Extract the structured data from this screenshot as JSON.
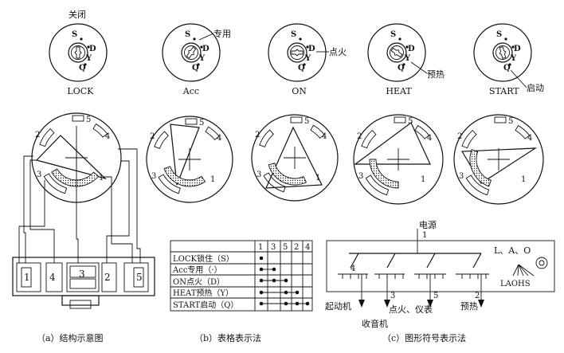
{
  "keys": [
    {
      "id": "lock",
      "mode": "LOCK",
      "tag": "关闭",
      "pos": [
        "S",
        "D",
        "Y",
        "Q"
      ]
    },
    {
      "id": "acc",
      "mode": "Acc",
      "tag": "专用",
      "pos": [
        "S",
        "D",
        "Y",
        "Q"
      ]
    },
    {
      "id": "on",
      "mode": "ON",
      "tag": "点火",
      "pos": [
        "S",
        "D",
        "Y",
        "Q"
      ]
    },
    {
      "id": "heat",
      "mode": "HEAT",
      "tag": "预热",
      "pos": [
        "S",
        "D",
        "Y",
        "Q"
      ]
    },
    {
      "id": "start",
      "mode": "START",
      "tag": "启动",
      "pos": [
        "S",
        "D",
        "Y",
        "Q"
      ]
    }
  ],
  "terminals": [
    "1",
    "2",
    "3",
    "4",
    "5"
  ],
  "connector_labels": [
    "1",
    "4",
    "3",
    "2",
    "5"
  ],
  "table": {
    "headers": [
      "1",
      "3",
      "5",
      "2",
      "4"
    ],
    "rows": [
      "LOCK锁住（S）",
      "Acc专用（·）",
      "ON点火（D）",
      "HEAT预热（Y）",
      "START启动（Q）"
    ]
  },
  "symbol": {
    "power_label": "电源",
    "power_num": "1",
    "out_nums": [
      "4",
      "3",
      "5",
      "2"
    ],
    "out_labels": [
      "起动机",
      "点火、仪表",
      "预热",
      "收音机"
    ],
    "right_labels": "L、A、O",
    "laohs": "LAOHS"
  },
  "captions": [
    "（a）结构示意图",
    "（b）表格表示法",
    "（c）图形符号表示法"
  ]
}
